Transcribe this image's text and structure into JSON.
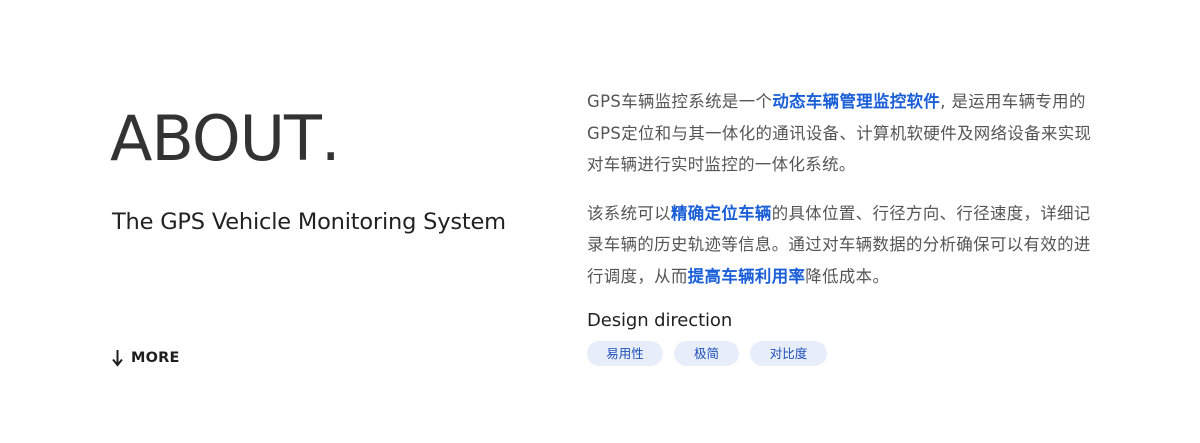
{
  "left": {
    "title": "ABOUT",
    "title_dot": ".",
    "subtitle": "The GPS Vehicle Monitoring System",
    "more": {
      "icon": "arrow-down-icon",
      "label": "MORE"
    }
  },
  "right": {
    "paragraphs": [
      {
        "segments": [
          {
            "text": "GPS车辆监控系统是一个",
            "highlight": false
          },
          {
            "text": "动态车辆管理监控软件",
            "highlight": true
          },
          {
            "text": ", 是运用车辆专用的GPS定位和与其一体化的通讯设备、计算机软硬件及网络设备来实现对车辆进行实时监控的一体化系统。",
            "highlight": false
          }
        ]
      },
      {
        "segments": [
          {
            "text": "该系统可以",
            "highlight": false
          },
          {
            "text": "精确定位车辆",
            "highlight": true
          },
          {
            "text": "的具体位置、行径方向、行径速度，详细记录车辆的历史轨迹等信息。通过对车辆数据的分析确保可以有效的进行调度，从而",
            "highlight": false
          },
          {
            "text": "提高车辆利用率",
            "highlight": true
          },
          {
            "text": "降低成本。",
            "highlight": false
          }
        ]
      }
    ],
    "design_heading": "Design direction",
    "tags": [
      "易用性",
      "极简",
      "对比度"
    ]
  },
  "colors": {
    "title": "#333333",
    "body_text": "#555555",
    "highlight": "#1a5fd8",
    "tag_bg": "#e8edfa",
    "tag_text": "#1d4fb8"
  }
}
